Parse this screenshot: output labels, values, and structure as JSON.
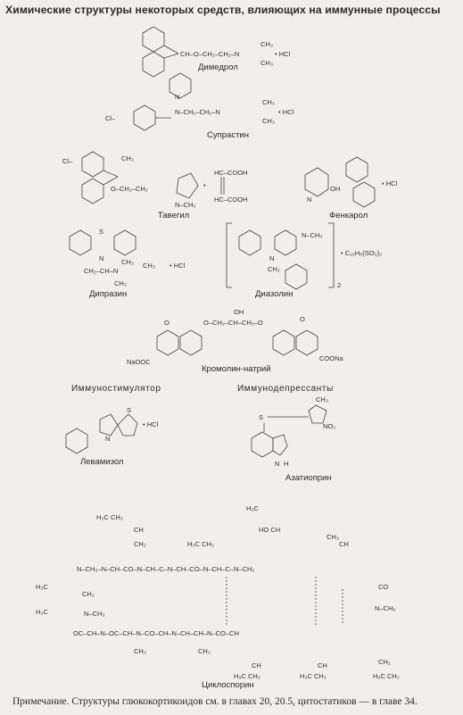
{
  "title": "Химические структуры некоторых средств, влияющих на иммунные процессы",
  "compounds": {
    "dimedrol": "Димедрол",
    "suprastin": "Супрастин",
    "tavegil": "Тавегил",
    "fenkarol": "Фенкарол",
    "diprazin": "Дипразин",
    "diazolin": "Диазолин",
    "cromolin": "Кромолин-натрий",
    "levamisol": "Левамизол",
    "azathioprine": "Азатиоприн",
    "cyclosporin": "Циклоспорин"
  },
  "sections": {
    "immunostimulator": "Иммуностимулятор",
    "immunosuppressants": "Иммунодепрессанты"
  },
  "note": "Примечание. Структуры глюкокортикоидов см. в главах 20, 20.5, цитостатиков — в главе 34."
}
